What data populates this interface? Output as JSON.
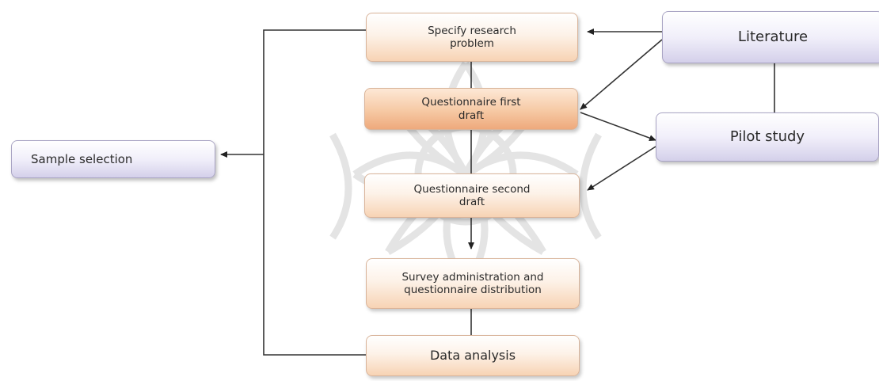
{
  "nodes": {
    "specify_research_problem": "Specify research problem",
    "questionnaire_first_draft": "Questionnaire first draft",
    "questionnaire_second_draft": "Questionnaire second draft",
    "survey_administration": "Survey administration and questionnaire distribution",
    "data_analysis": "Data analysis",
    "literature": "Literature",
    "pilot_study": "Pilot study",
    "sample_selection": "Sample selection"
  },
  "colors": {
    "line": "#333333",
    "watermark": "#c9c9c9"
  }
}
